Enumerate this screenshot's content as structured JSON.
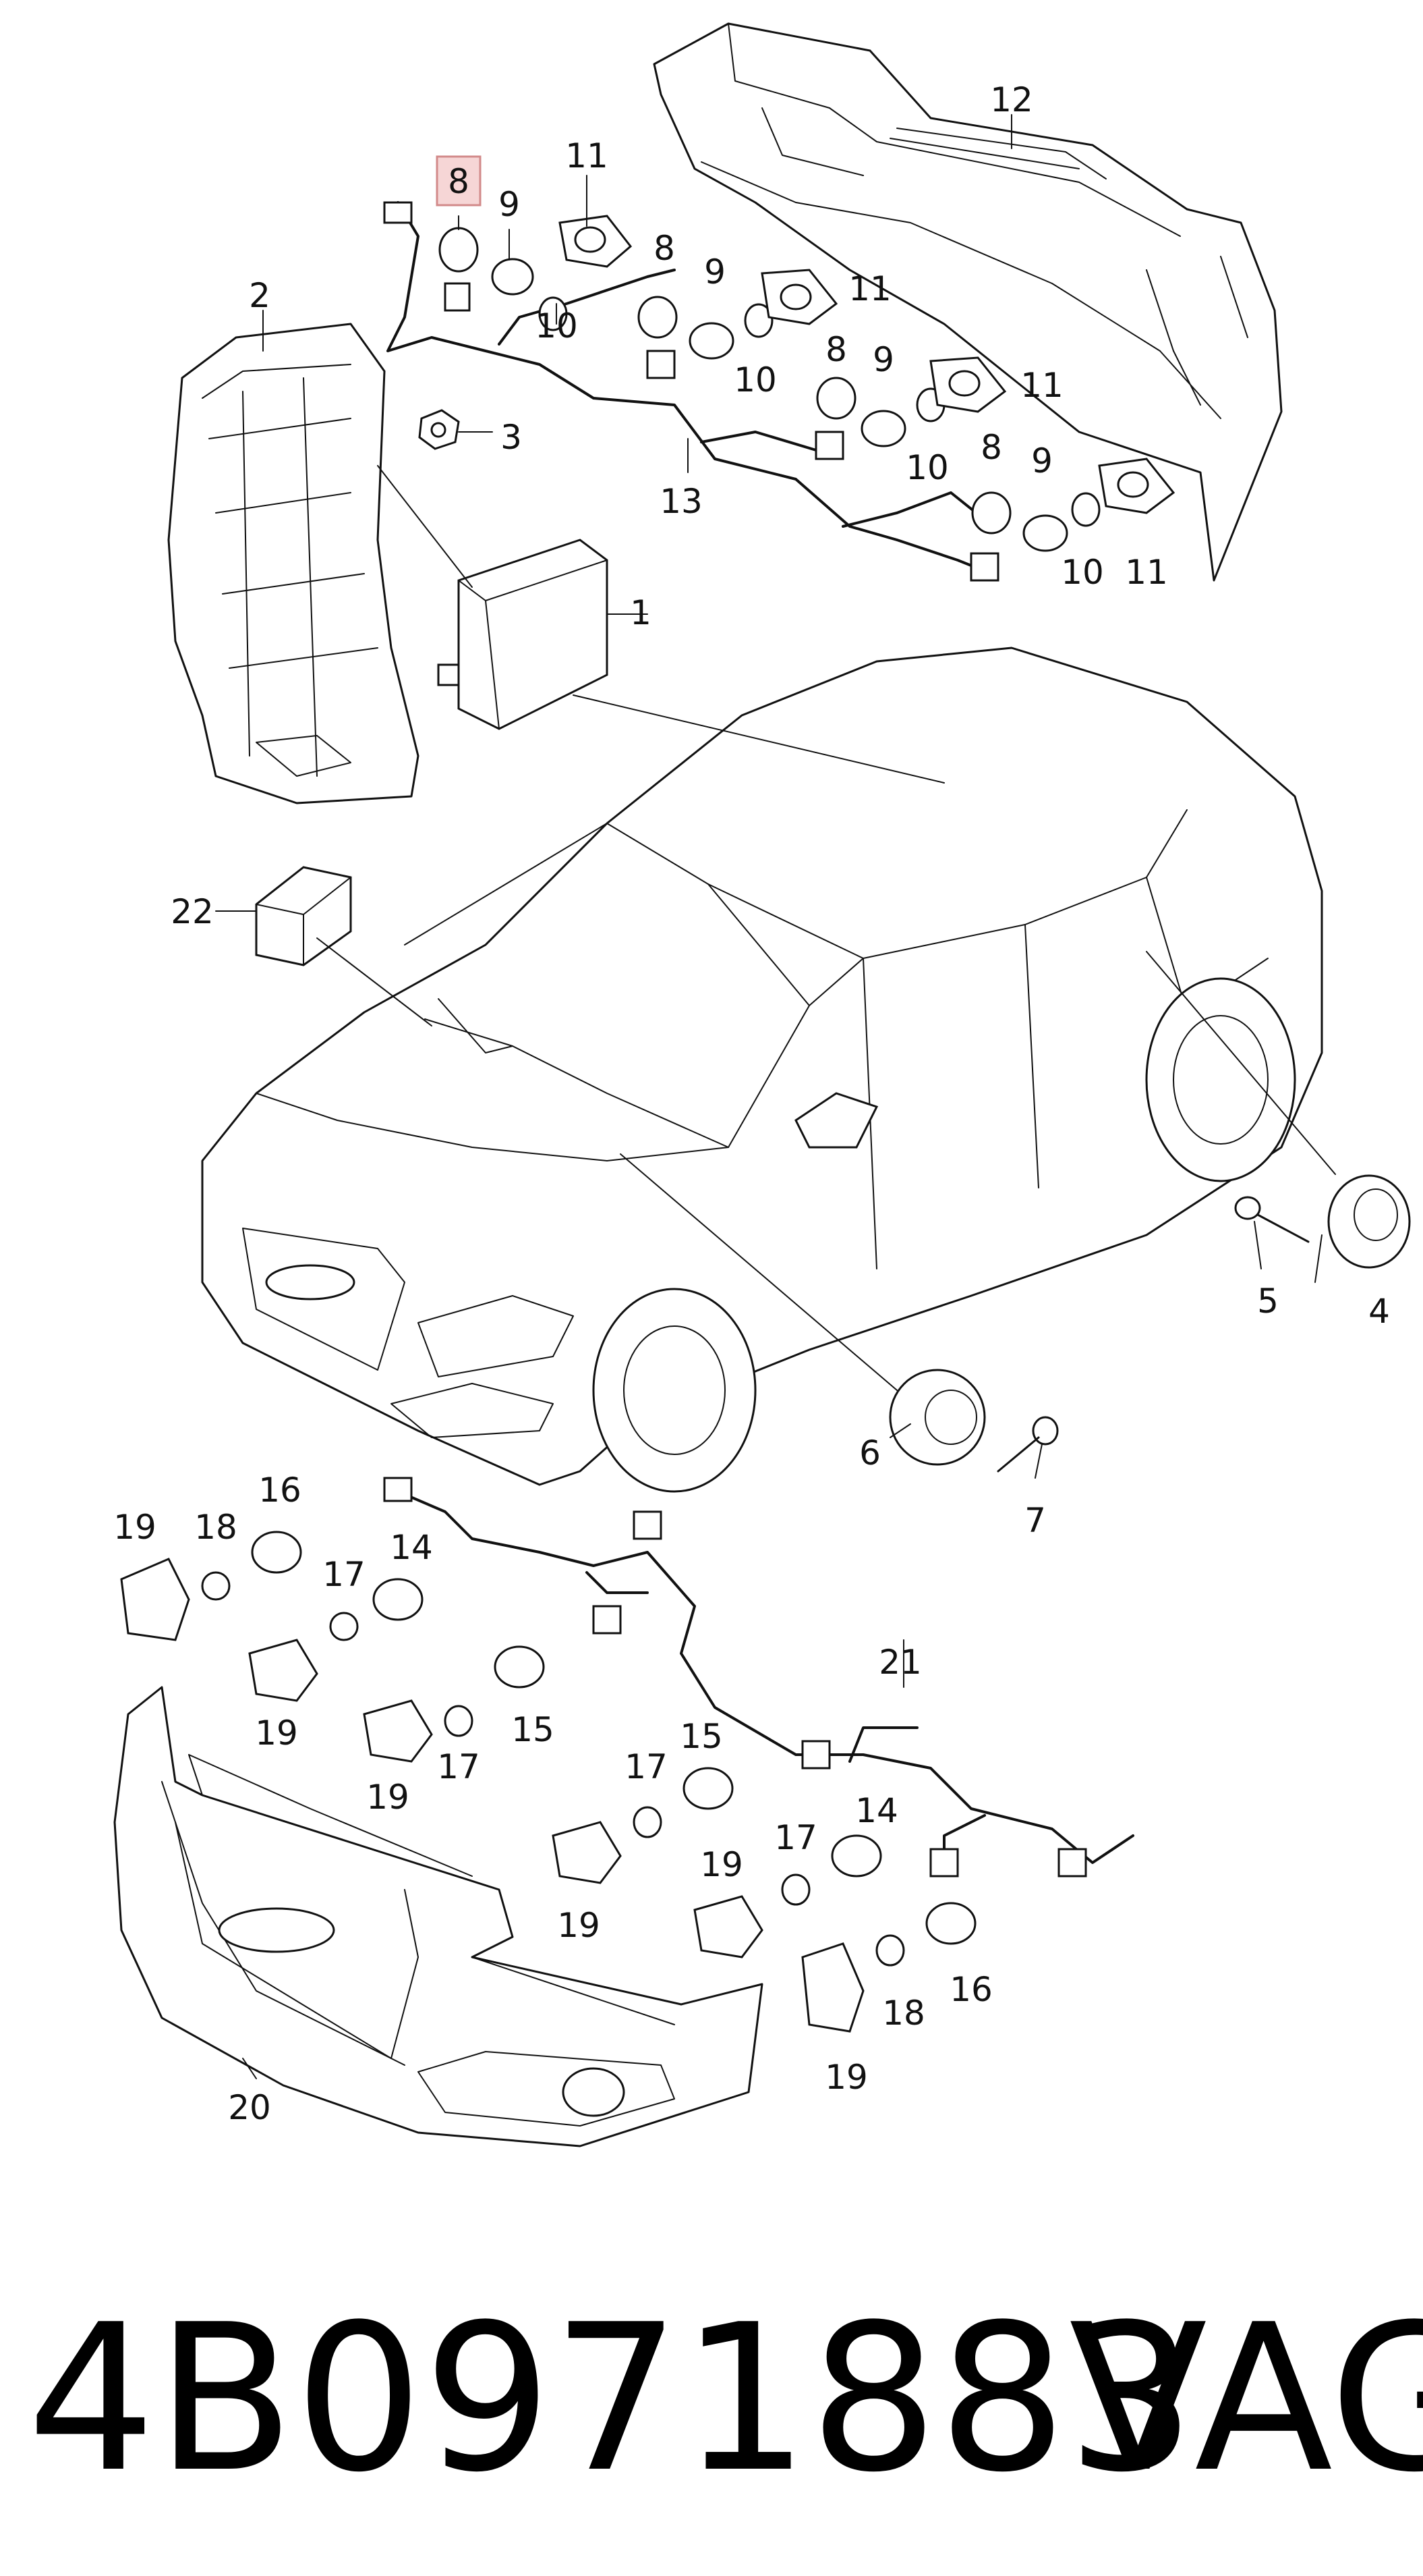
{
  "callouts": {
    "c1": "1",
    "c2": "2",
    "c3": "3",
    "c4": "4",
    "c5": "5",
    "c6": "6",
    "c7": "7",
    "c8": "8",
    "c9": "9",
    "c10": "10",
    "c11": "11",
    "c12": "12",
    "c13": "13",
    "c14": "14",
    "c15": "15",
    "c16": "16",
    "c17": "17",
    "c18": "18",
    "c19": "19",
    "c20": "20",
    "c21": "21",
    "c22": "22"
  },
  "footer": {
    "part_number": "4B0971883",
    "brand": "VAG"
  },
  "colors": {
    "line": "#111111",
    "highlight_fill": "#f6d6d6",
    "highlight_border": "#d28a8a"
  }
}
